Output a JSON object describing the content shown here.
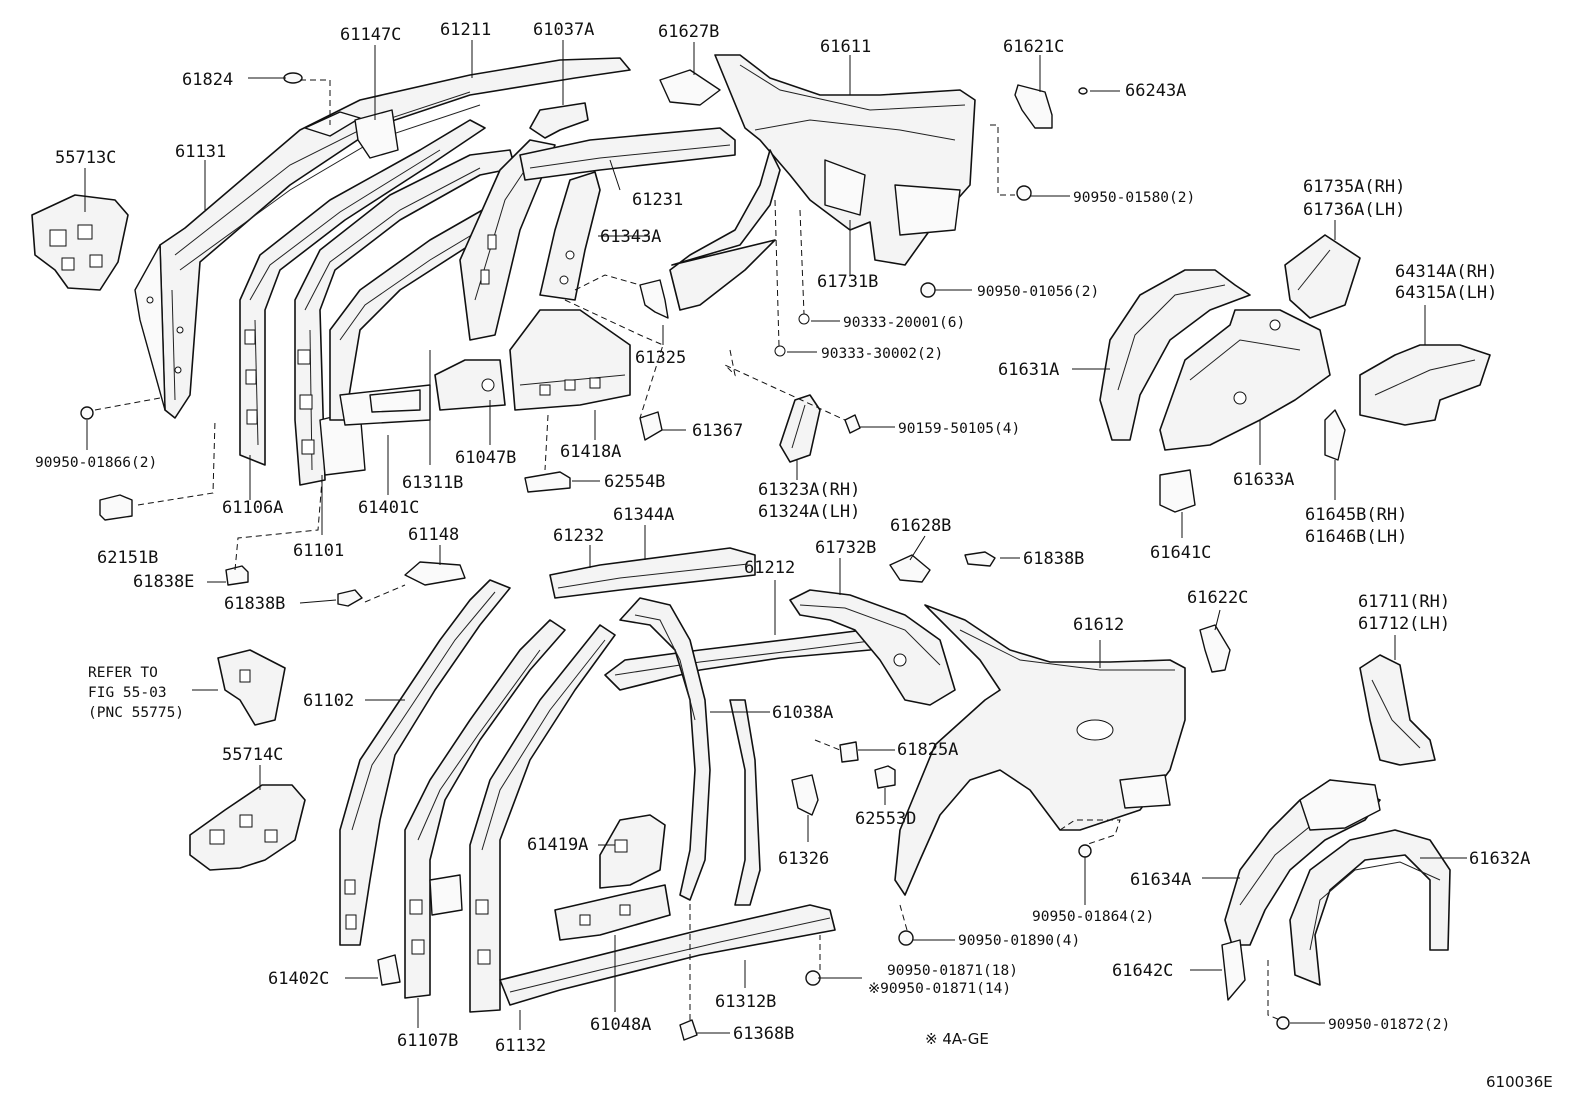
{
  "diagram_id": "610036E",
  "footnote": "※ 4A-GE",
  "refer_note": [
    "REFER TO",
    "FIG 55-03",
    "(PNC 55775)"
  ],
  "labels": {
    "l61147C": "61147C",
    "l61211": "61211",
    "l61037A": "61037A",
    "l61627B": "61627B",
    "l61611": "61611",
    "l61621C": "61621C",
    "l61824": "61824",
    "l66243A": "66243A",
    "l55713C": "55713C",
    "l61131": "61131",
    "l61231": "61231",
    "l90950_01580": "90950-01580(2)",
    "l61735A": "61735A(RH)",
    "l61736A": "61736A(LH)",
    "l61343A": "61343A",
    "l61731B": "61731B",
    "l90950_01056": "90950-01056(2)",
    "l64314A": "64314A(RH)",
    "l64315A": "64315A(LH)",
    "l90333_20001": "90333-20001(6)",
    "l61325": "61325",
    "l90333_30002": "90333-30002(2)",
    "l61631A": "61631A",
    "l90950_01866": "90950-01866(2)",
    "l61367": "61367",
    "l90159_50105": "90159-50105(4)",
    "l61047B": "61047B",
    "l61418A": "61418A",
    "l61633A": "61633A",
    "l61311B": "61311B",
    "l62554B": "62554B",
    "l61323A": "61323A(RH)",
    "l61324A": "61324A(LH)",
    "l61106A": "61106A",
    "l61401C": "61401C",
    "l61645B": "61645B(RH)",
    "l61646B": "61646B(LH)",
    "l61148": "61148",
    "l61232": "61232",
    "l61344A": "61344A",
    "l61628B": "61628B",
    "l61101": "61101",
    "l61732B": "61732B",
    "l61641C": "61641C",
    "l62151B": "62151B",
    "l61212": "61212",
    "l61838B_r": "61838B",
    "l61838E": "61838E",
    "l61838B_l": "61838B",
    "l61622C": "61622C",
    "l61711": "61711(RH)",
    "l61712": "61712(LH)",
    "l61612": "61612",
    "l61102": "61102",
    "l61038A": "61038A",
    "l55714C": "55714C",
    "l61825A": "61825A",
    "l62553D": "62553D",
    "l61326": "61326",
    "l61419A": "61419A",
    "l61632A": "61632A",
    "l61634A": "61634A",
    "l90950_01864": "90950-01864(2)",
    "l90950_01890": "90950-01890(4)",
    "l90950_01871a": "90950-01871(18)",
    "l90950_01871b": "※90950-01871(14)",
    "l61402C": "61402C",
    "l61642C": "61642C",
    "l61312B": "61312B",
    "l61107B": "61107B",
    "l61132": "61132",
    "l61048A": "61048A",
    "l61368B": "61368B",
    "l90950_01872": "90950-01872(2)"
  }
}
